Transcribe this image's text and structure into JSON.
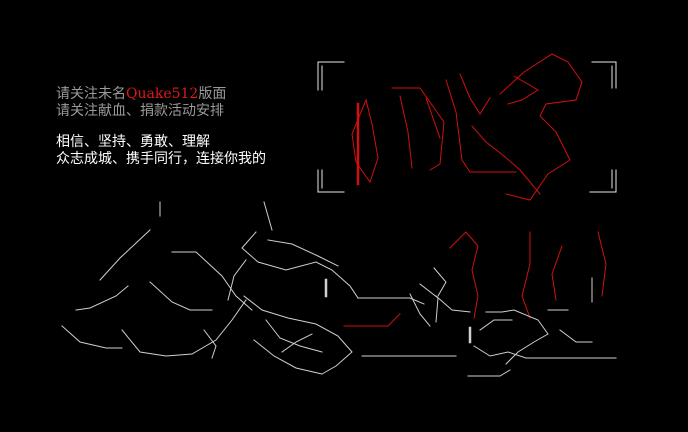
{
  "notice": {
    "line1_prefix": "请关注未名",
    "line1_highlight": "Quake512",
    "line1_suffix": "版面",
    "line2": "请关注献血、捐款活动安排"
  },
  "message": {
    "line1": "相信、坚持、勇敢、理解",
    "line2": "众志成城、携手同行，连接你我的"
  },
  "colors": {
    "background": "#000000",
    "notice_text": "#9a9a9a",
    "highlight": "#e01818",
    "message_text": "#ffffff",
    "art_red": "#d01010",
    "art_gray": "#cfcfcf",
    "frame": "#e8e8e8"
  }
}
